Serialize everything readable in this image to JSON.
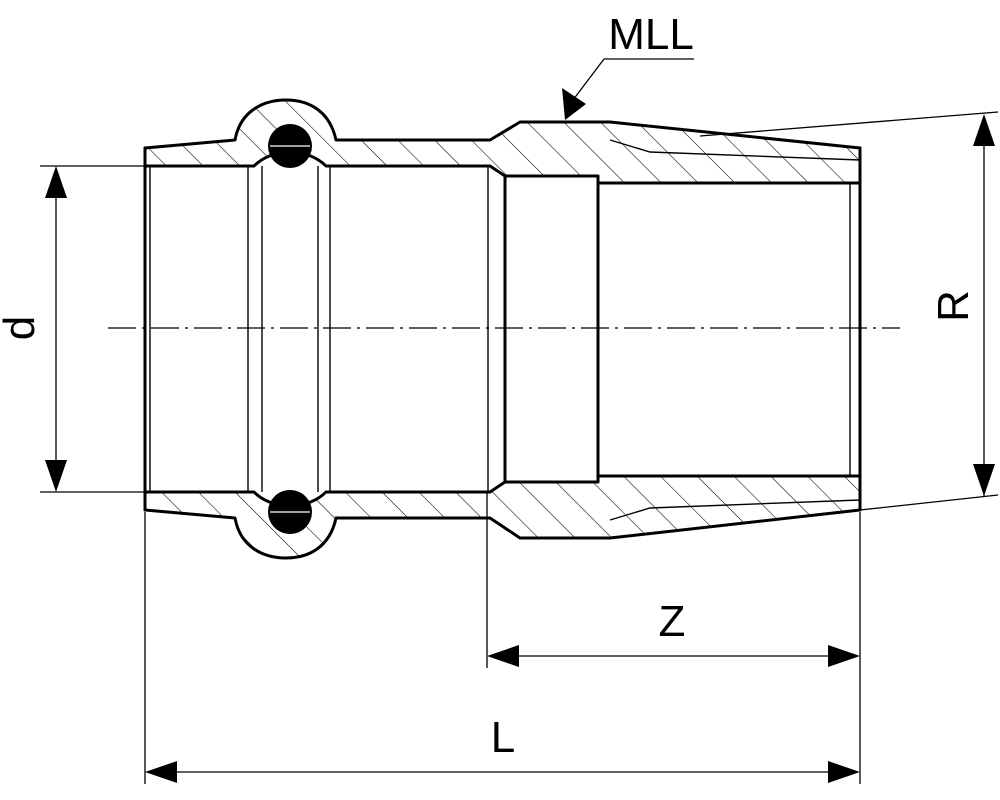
{
  "labels": {
    "material_code": "MLL",
    "inner_diameter": "d",
    "thread_size": "R",
    "engagement_length": "Z",
    "overall_length": "L"
  }
}
